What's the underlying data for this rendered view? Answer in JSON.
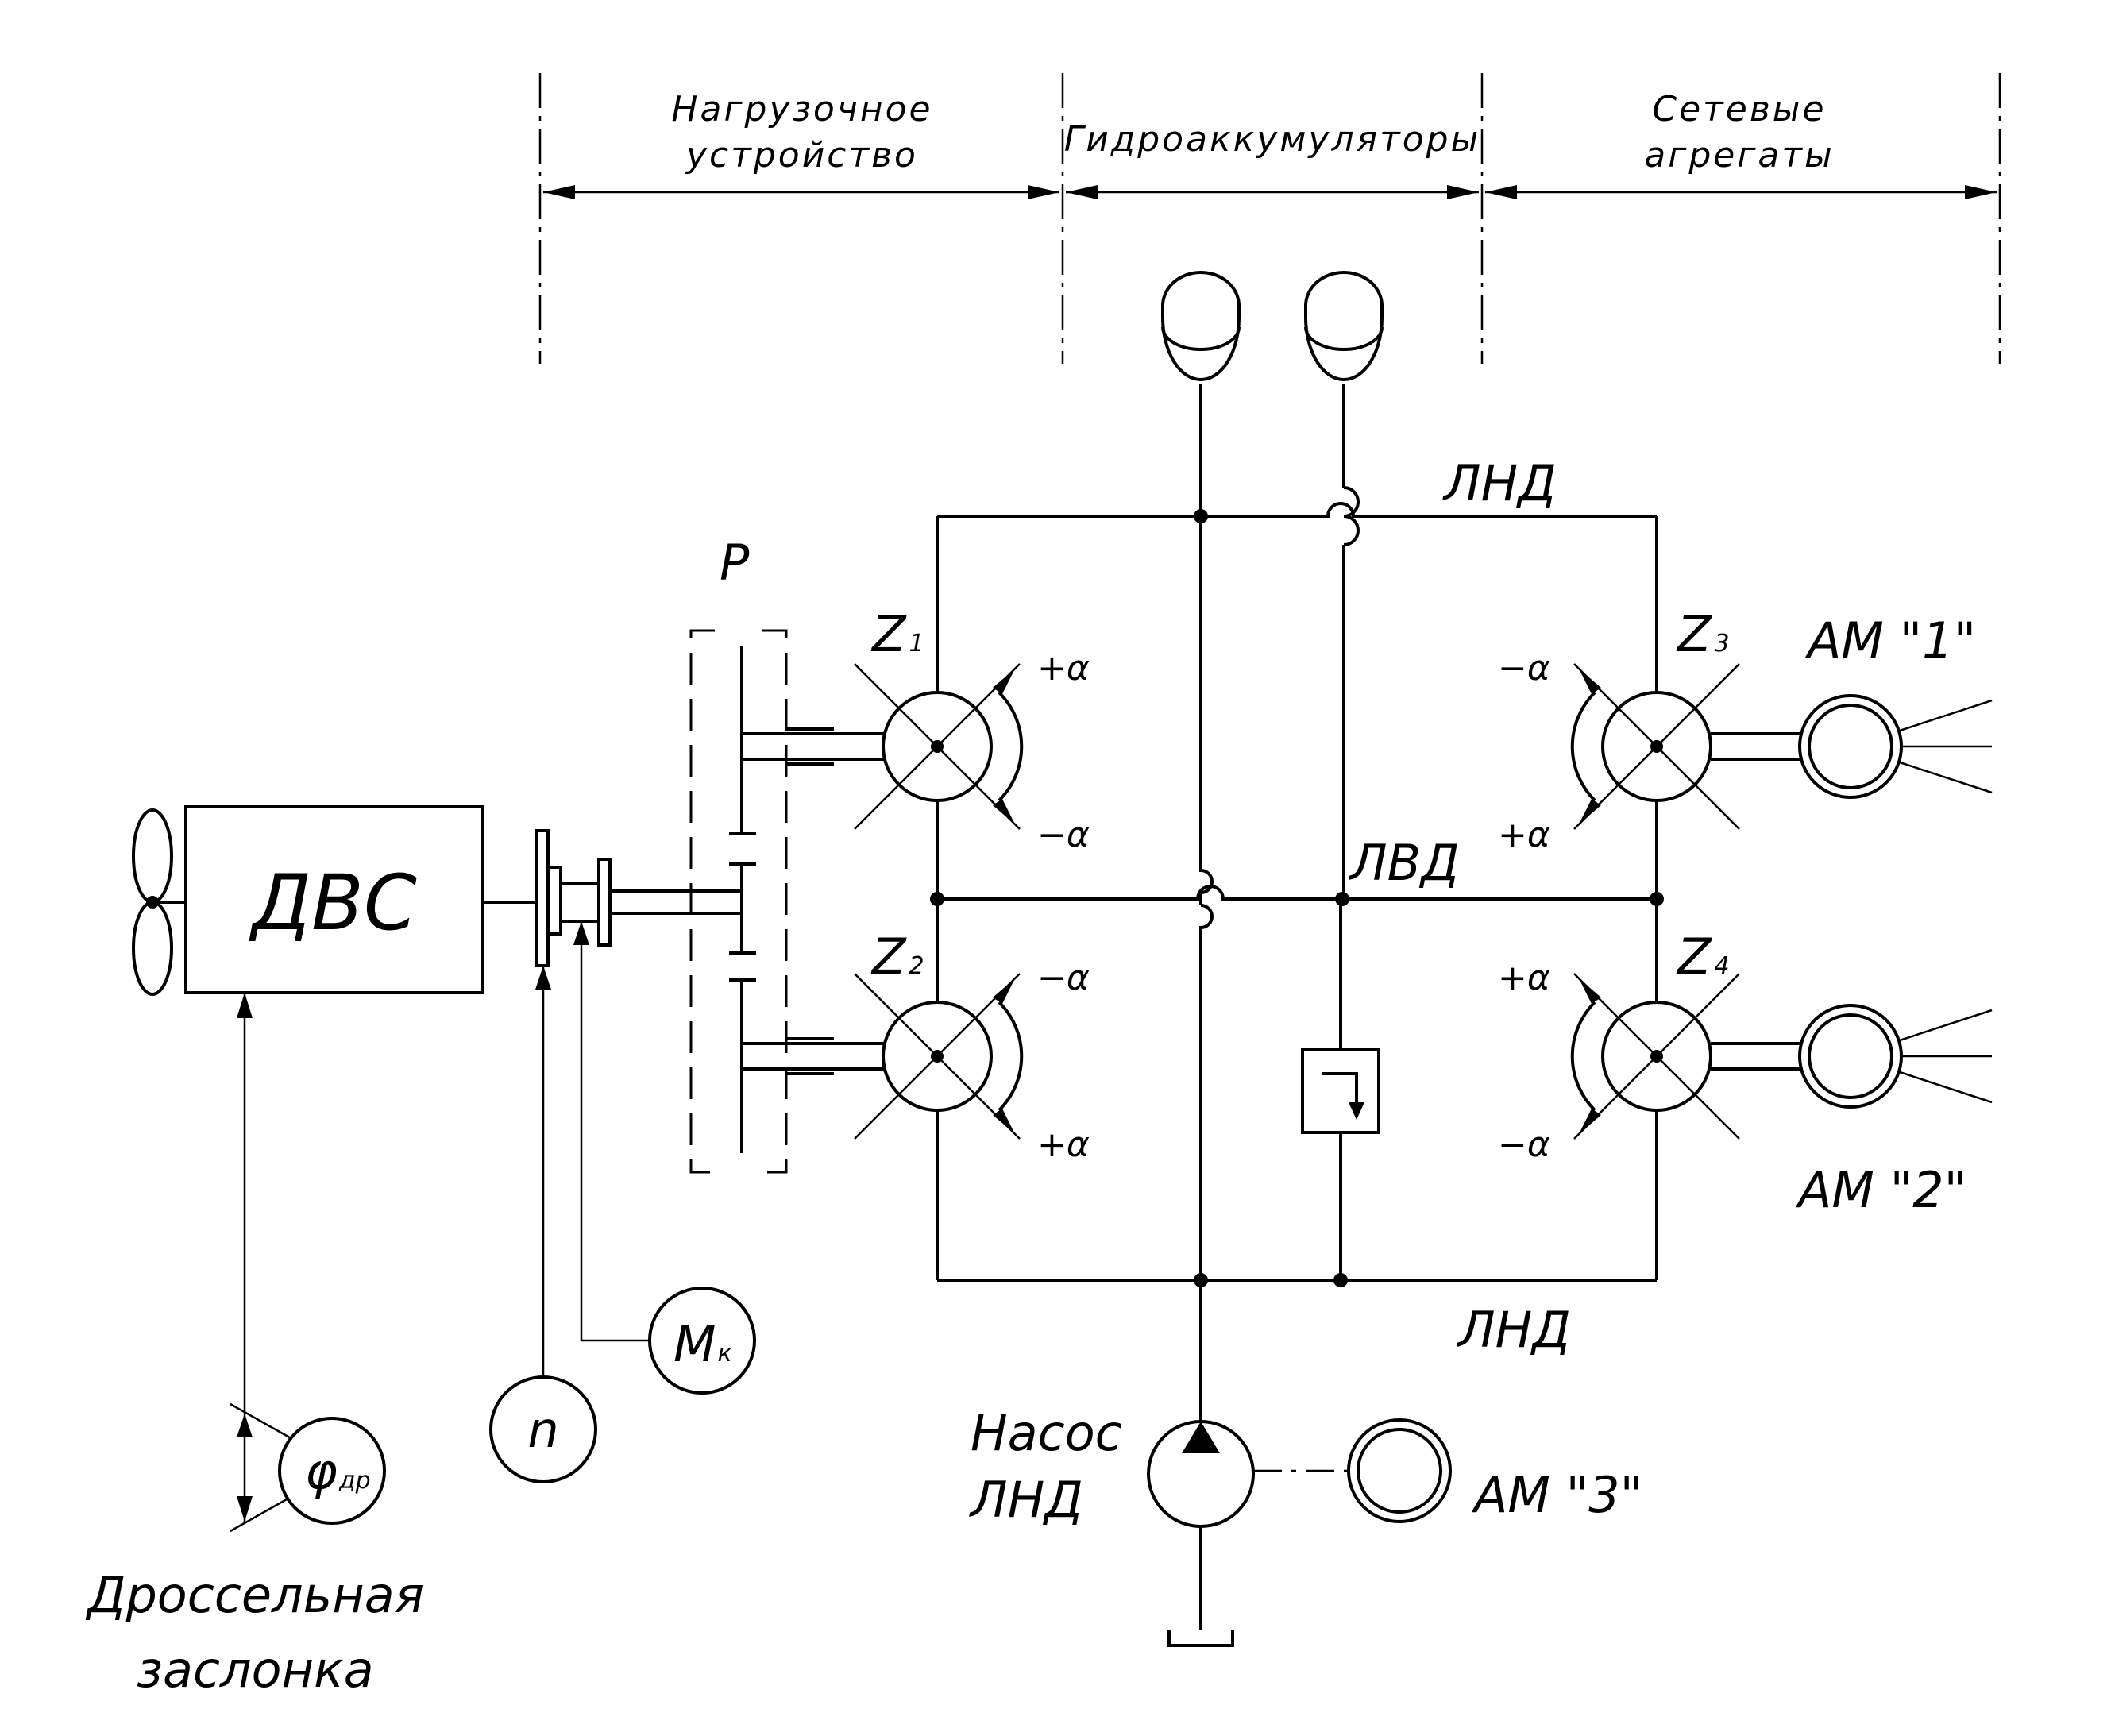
{
  "sections": {
    "load_device": [
      "Нагрузочное",
      "устройство"
    ],
    "accumulators": "Гидроаккумуляторы",
    "network_units": [
      "Сетевые",
      "агрегаты"
    ]
  },
  "engine_label": "ДВС",
  "reducer_label": "Р",
  "lines": {
    "lnd_top": "ЛНД",
    "lvd": "ЛВД",
    "lnd_bottom": "ЛНД"
  },
  "units": {
    "z1": "Z",
    "z1_sub": "1",
    "z2": "Z",
    "z2_sub": "2",
    "z3": "Z",
    "z3_sub": "3",
    "z4": "Z",
    "z4_sub": "4"
  },
  "alpha": {
    "plus": "+α",
    "minus": "−α"
  },
  "machines": {
    "am1": "АМ  \"1\"",
    "am2": "АМ  \"2\"",
    "am3": "АМ  \"3\""
  },
  "pump_label": [
    "Насос",
    "ЛНД"
  ],
  "sensors": {
    "torque": "М",
    "torque_sub": "к",
    "speed": "n",
    "throttle": "φ",
    "throttle_sub": "др"
  },
  "throttle_caption": [
    "Дроссельная",
    "заслонка"
  ]
}
